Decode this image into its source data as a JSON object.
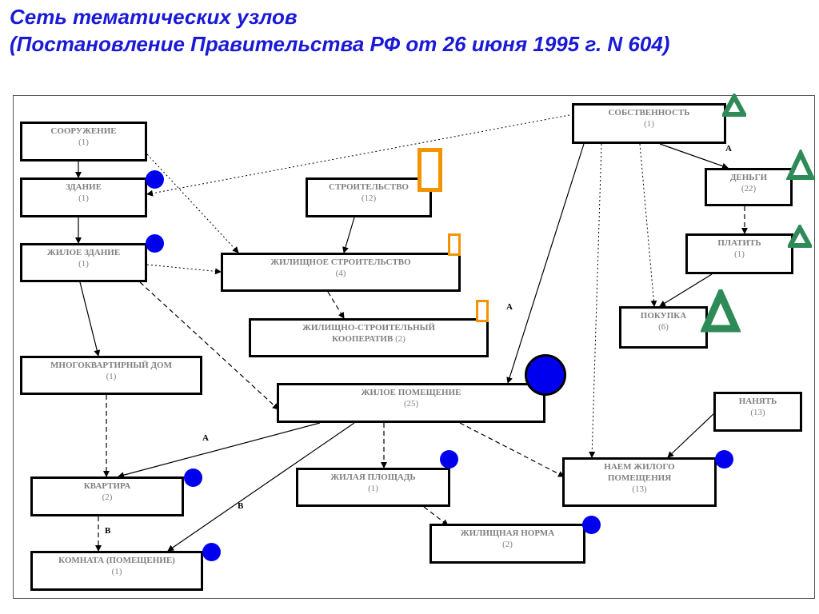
{
  "slide": {
    "title_line1": "Сеть тематических узлов",
    "title_line2": "(Постановление Правительства РФ от 26 июня 1995 г. N 604)"
  },
  "nodes": {
    "sobstvennost": {
      "name": "СОБСТВЕННОСТЬ",
      "count": "(1)"
    },
    "sooruzhenie": {
      "name": "СООРУЖЕНИЕ",
      "count": "(1)"
    },
    "zdanie": {
      "name": "ЗДАНИЕ",
      "count": "(1)"
    },
    "stroitelstvo": {
      "name": "СТРОИТЕЛЬСТВО",
      "count": "(12)"
    },
    "dengi": {
      "name": "ДЕНЬГИ",
      "count": "(22)"
    },
    "platit": {
      "name": "ПЛАТИТЬ",
      "count": "(1)"
    },
    "zhiloe_zdanie": {
      "name": "ЖИЛОЕ ЗДАНИЕ",
      "count": "(1)"
    },
    "zhil_stroitelstvo": {
      "name": "ЖИЛИЩНОЕ СТРОИТЕЛЬСТВО",
      "count": "(4)"
    },
    "zhsk": {
      "name_line1": "ЖИЛИЩНО-СТРОИТЕЛЬНЫЙ",
      "name_line2": "КООПЕРАТИВ",
      "count": "(2)"
    },
    "pokupka": {
      "name": "ПОКУПКА",
      "count": "(6)"
    },
    "mnogokvart": {
      "name": "МНОГОКВАРТИРНЫЙ ДОМ",
      "count": "(1)"
    },
    "zhiloe_pomeshchenie": {
      "name": "ЖИЛОЕ ПОМЕЩЕНИЕ",
      "count": "(25)"
    },
    "nanyat": {
      "name": "НАНЯТЬ",
      "count": "(13)"
    },
    "kvartira": {
      "name": "КВАРТИРА",
      "count": "(2)"
    },
    "zhilaya_ploshchad": {
      "name": "ЖИЛАЯ ПЛОЩАДЬ",
      "count": "(1)"
    },
    "naem": {
      "name_line1": "НАЕМ ЖИЛОГО",
      "name_line2": "ПОМЕЩЕНИЯ",
      "count": "(13)"
    },
    "zhil_norma": {
      "name": "ЖИЛИЩНАЯ НОРМА",
      "count": "(2)"
    },
    "komnata": {
      "name": "КОМНАТА (ПОМЕЩЕНИЕ)",
      "count": "(1)"
    }
  },
  "edge_labels": {
    "sobstvennost_dengi": "A",
    "zhsk_side": "A",
    "pomeshchenie_kvartira": "A",
    "pomeshchenie_komnata": "B",
    "kvartira_komnata": "B"
  },
  "colors": {
    "title": "#1a1ad6",
    "blue_marker": "#0000ee",
    "orange_marker": "#f29400",
    "green_marker": "#2e8b57",
    "node_text": "#808080"
  }
}
